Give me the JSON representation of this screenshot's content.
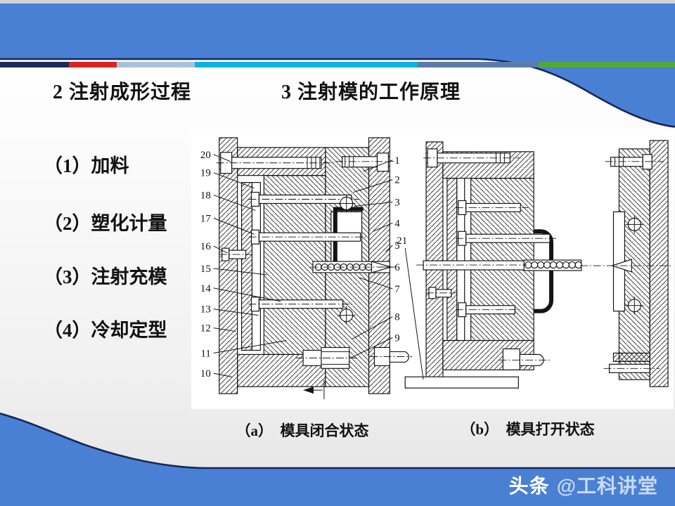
{
  "slide": {
    "section_title_left": "2 注射成形过程",
    "section_title_right": "3 注射模的工作原理",
    "steps": [
      "（1）加料",
      "（2）塑化计量",
      "（3）注射充模",
      "（4）冷却定型"
    ]
  },
  "figure": {
    "caption_a": "（a）　模具闭合状态",
    "caption_b": "（b）　模具打开状态",
    "labels_left": [
      "20",
      "19",
      "18",
      "17",
      "16",
      "15",
      "14",
      "13",
      "12",
      "11",
      "10"
    ],
    "labels_right": [
      "1",
      "2",
      "3",
      "4",
      "5",
      "6",
      "7",
      "8",
      "9"
    ],
    "label_open": "21"
  },
  "watermark": {
    "brand": "头条",
    "handle": "@工科讲堂"
  },
  "colors": {
    "background_blue": "#4a80d4",
    "edge_navy": "#17265a",
    "bar_navy": "#1c2b59",
    "bar_red": "#d8231e",
    "bar_light_blue": "#a8c2de",
    "bar_cyan": "#0fb2dc",
    "bar_slate": "#5b7ca9",
    "bar_green": "#52a932"
  }
}
